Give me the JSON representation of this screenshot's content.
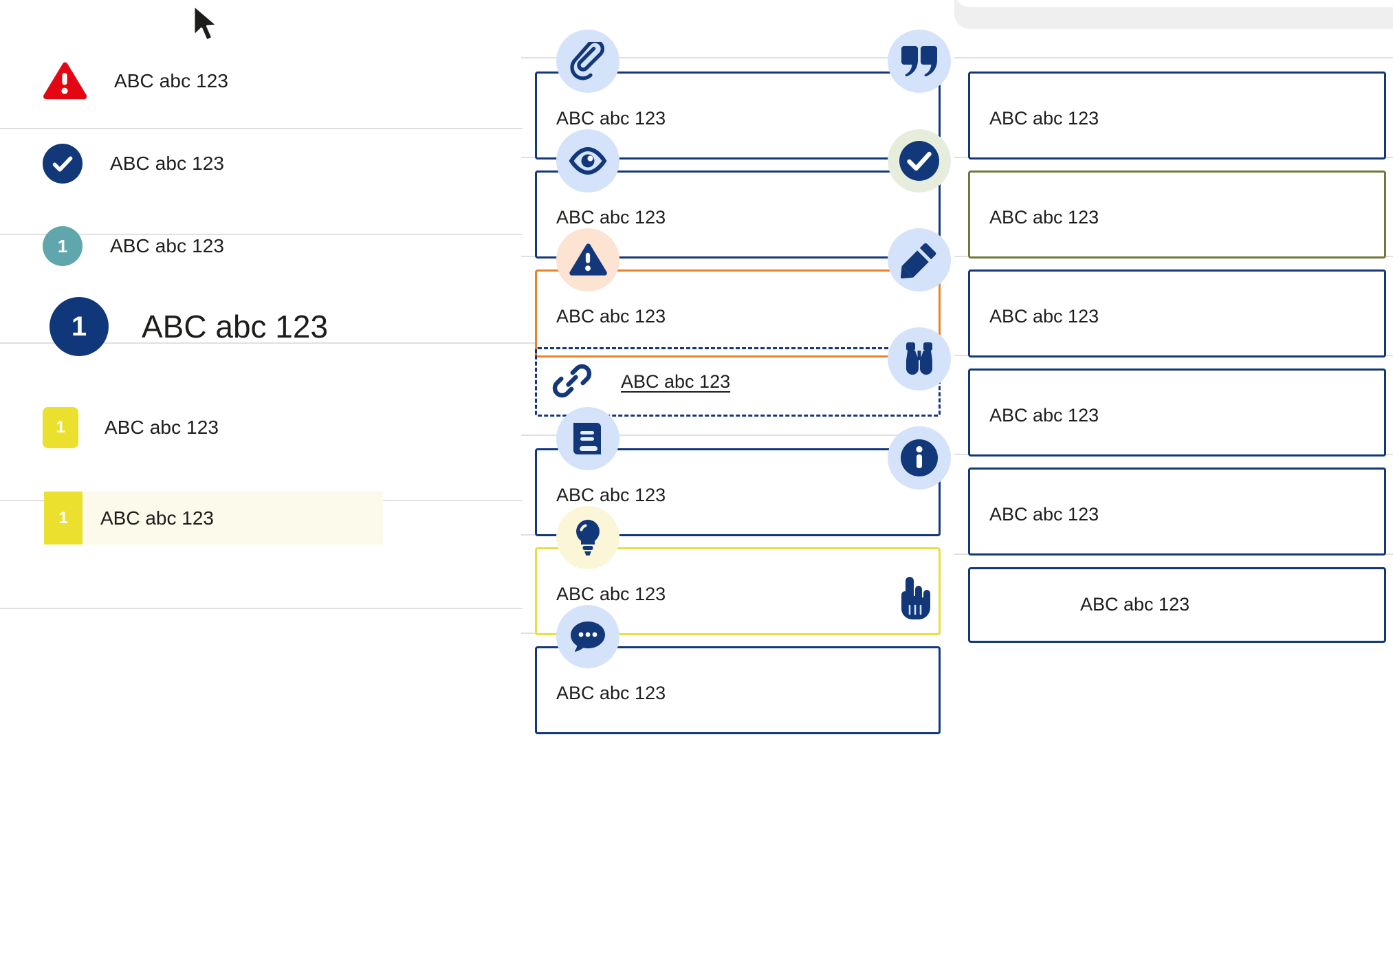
{
  "sample_text": "ABC abc 123",
  "palette": {
    "navy": "#12387a",
    "danger_red": "#e30613",
    "teal": "#5fa7ac",
    "yellow": "#ece02f",
    "yellow_soft": "#fbfaeb",
    "orange": "#e8822a",
    "olive": "#6f7a38",
    "icon_blue_bg": "#d5e3fa",
    "icon_peach_bg": "#fce3d2",
    "icon_mint_bg": "#e6eddd",
    "icon_cream_bg": "#fbf6d8",
    "divider": "#e0e0e0"
  },
  "left_column": {
    "rows": [
      {
        "id": "danger",
        "icon": "warning-triangle-icon",
        "badge_text": "",
        "label": "ABC abc 123"
      },
      {
        "id": "success",
        "icon": "check-circle-icon",
        "badge_text": "",
        "label": "ABC abc 123"
      },
      {
        "id": "teal",
        "icon": "number-circle-teal",
        "badge_text": "1",
        "label": "ABC abc 123"
      },
      {
        "id": "navy-lg",
        "icon": "number-circle-navy",
        "badge_text": "1",
        "label": "ABC abc 123"
      },
      {
        "id": "yellow",
        "icon": "number-square-yellow",
        "badge_text": "1",
        "label": "ABC abc 123"
      }
    ],
    "selected_row": {
      "badge_text": "1",
      "label": "ABC abc 123"
    }
  },
  "middle_column": {
    "cards": [
      {
        "id": "attachment",
        "icon": "paperclip-icon",
        "style": "navy",
        "text": "ABC abc 123"
      },
      {
        "id": "preview",
        "icon": "eye-icon",
        "style": "navy",
        "text": "ABC abc 123"
      },
      {
        "id": "warning",
        "icon": "warning-triangle-icon",
        "style": "orange",
        "text": "ABC abc 123"
      },
      {
        "id": "link",
        "icon": "link-chain-icon",
        "style": "dashed",
        "text": "ABC abc 123"
      },
      {
        "id": "reference",
        "icon": "book-icon",
        "style": "navy",
        "text": "ABC abc 123"
      },
      {
        "id": "tip",
        "icon": "lightbulb-icon",
        "style": "yellow",
        "text": "ABC abc 123"
      },
      {
        "id": "comment",
        "icon": "speech-bubble-icon",
        "style": "navy",
        "text": "ABC abc 123"
      }
    ]
  },
  "right_column": {
    "cards": [
      {
        "id": "quote",
        "icon": "quote-marks-icon",
        "style": "navy",
        "text": "ABC abc 123"
      },
      {
        "id": "approved",
        "icon": "check-circle-icon",
        "style": "olive",
        "text": "ABC abc 123"
      },
      {
        "id": "edit",
        "icon": "pencil-icon",
        "style": "navy",
        "text": "ABC abc 123"
      },
      {
        "id": "observe",
        "icon": "binoculars-icon",
        "style": "navy",
        "text": "ABC abc 123"
      },
      {
        "id": "info",
        "icon": "info-circle-icon",
        "style": "navy",
        "text": "ABC abc 123"
      },
      {
        "id": "action",
        "icon": "pointing-hand-icon",
        "style": "navy",
        "text": "ABC abc 123"
      }
    ]
  },
  "cursor": {
    "icon": "mouse-pointer-icon"
  }
}
